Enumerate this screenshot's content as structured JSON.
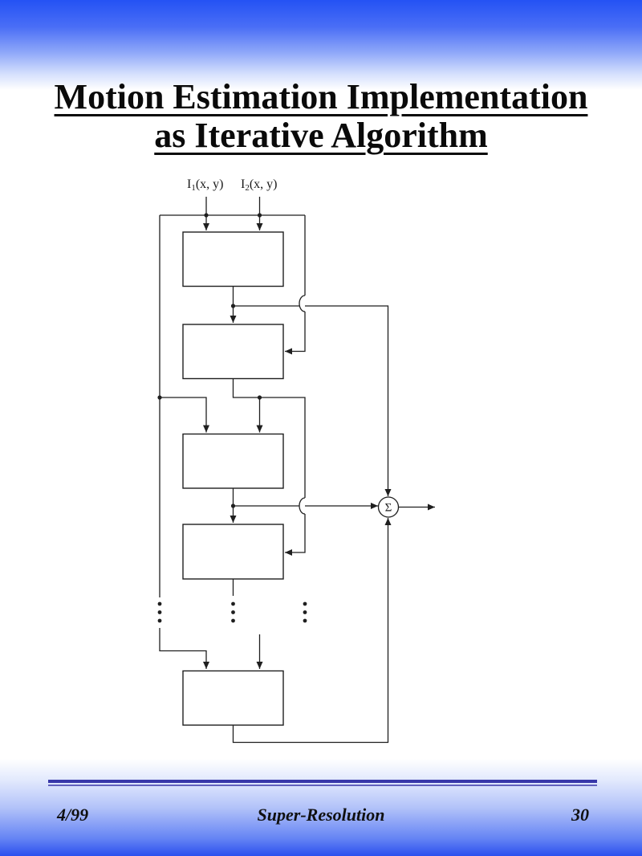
{
  "title": {
    "line1": "Motion Estimation Implementation",
    "line2": "as Iterative Algorithm"
  },
  "diagram": {
    "inputs": [
      {
        "base": "I",
        "sub": "1",
        "args": "(x, y)"
      },
      {
        "base": "I",
        "sub": "2",
        "args": "(x, y)"
      }
    ],
    "sum_symbol": "Σ"
  },
  "footer": {
    "date": "4/99",
    "center": "Super-Resolution",
    "page": "30"
  },
  "colors": {
    "top_gradient_blue": "#2452f4",
    "bottom_gradient_blue": "#2b4fee",
    "divider_indigo": "#3737a9",
    "diagram_line": "#1f1f1f"
  }
}
